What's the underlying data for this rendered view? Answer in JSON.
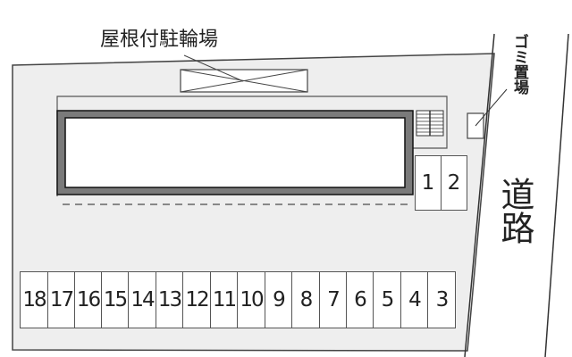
{
  "labels": {
    "bike_parking": "屋根付駐輪場",
    "trash_area": "ゴミ置場",
    "road": "道路"
  },
  "parking": {
    "top_pair": [
      "1",
      "2"
    ],
    "bottom_row": [
      "18",
      "17",
      "16",
      "15",
      "14",
      "13",
      "12",
      "11",
      "10",
      "9",
      "8",
      "7",
      "6",
      "5",
      "4",
      "3"
    ]
  },
  "colors": {
    "lot_fill": "#eeeeee",
    "building_wall": "#7a7a7a",
    "line": "#444444",
    "background": "#ffffff"
  }
}
